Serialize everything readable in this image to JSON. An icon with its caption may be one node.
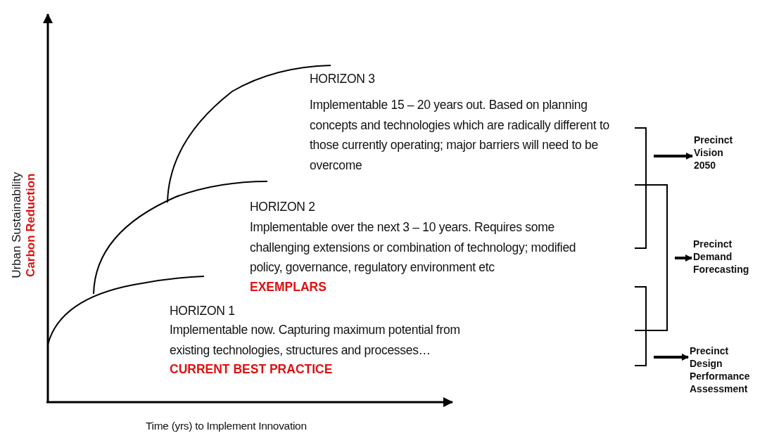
{
  "diagram": {
    "nodes": [
      {
        "text": [
          "Precinct Vision 2050"
        ]
      },
      {
        "text": [
          "Precinct Demand Forecasting"
        ]
      },
      {
        "text": [
          "Precinct Design Performance Assessment"
        ]
      },
      {
        "text": [],
        "shape": "bracket"
      },
      {
        "text": [],
        "shape": "bracket"
      },
      {
        "text": [],
        "shape": "bracket"
      }
    ],
    "edges": [
      {
        "from": 3,
        "to": 0,
        "arrow": "to"
      },
      {
        "from": 4,
        "to": 1,
        "arrow": "to"
      },
      {
        "from": 5,
        "to": 2,
        "arrow": "to"
      }
    ],
    "labels": [
      "HORIZON 3",
      "Implementable 15 – 20 years out. Based on planning concepts and technologies which are radically different to those currently operating; major barriers will need to be overcome",
      "HORIZON 2",
      "Implementable over the next 3 – 10 years. Requires some challenging extensions or combination of technology; modified policy, governance, regulatory environment etc",
      "EXEMPLARS",
      "HORIZON 1",
      "Implementable now. Capturing maximum potential from existing technologies, structures and processes…",
      "CURRENT BEST PRACTICE",
      "Urban Sustainability",
      "Carbon Reduction",
      "Time (yrs) to Implement Innovation"
    ]
  }
}
